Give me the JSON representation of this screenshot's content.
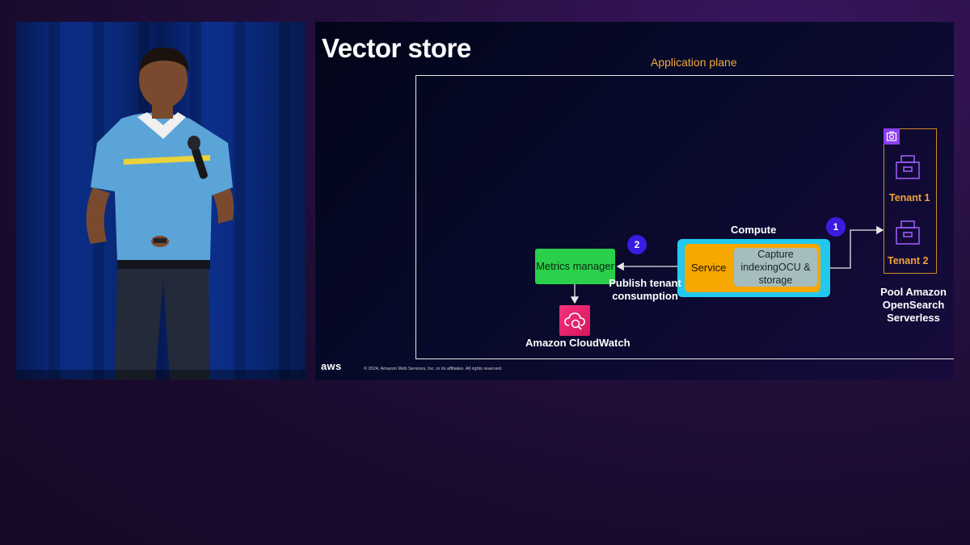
{
  "slide": {
    "title": "Vector store",
    "application_plane_label": "Application plane",
    "compute_label": "Compute",
    "service_label": "Service",
    "capture_label": "Capture indexingOCU & storage",
    "metrics_manager_label": "Metrics manager",
    "publish_label": "Publish tenant consumption",
    "cloudwatch_label": "Amazon CloudWatch",
    "tenant_1_label": "Tenant 1",
    "tenant_2_label": "Tenant 2",
    "pool_label": "Pool Amazon OpenSearch Serverless",
    "step_1": "1",
    "step_2": "2",
    "aws_logo_text": "aws",
    "copyright": "© 2024, Amazon Web Services, Inc. or its affiliates. All rights reserved."
  },
  "colors": {
    "background": "#1a0b2e",
    "slide_bg": "#050720",
    "accent_orange": "#f2a93b",
    "metrics_green": "#2bd04a",
    "compute_cyan": "#21c9ee",
    "service_orange": "#f6a700",
    "capture_gray": "#a6bdbe",
    "badge_blue": "#3a1be0",
    "cloudwatch_pink": "#e91e63",
    "opensearch_purple": "#8c3ff0"
  },
  "icons": {
    "cloudwatch": "cloudwatch-icon",
    "opensearch": "opensearch-icon",
    "tenant": "tenant-archive-icon"
  }
}
